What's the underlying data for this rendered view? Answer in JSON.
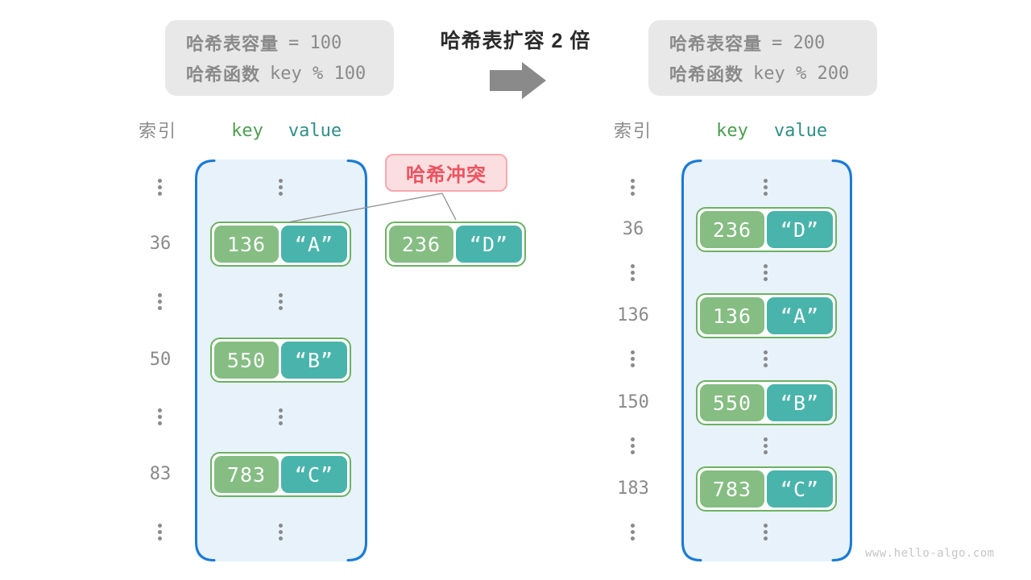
{
  "info_left": {
    "line1_label": "哈希表容量",
    "line1_code": "=  100",
    "line2_label": "哈希函数",
    "line2_code": "key % 100"
  },
  "info_right": {
    "line1_label": "哈希表容量",
    "line1_code": "=  200",
    "line2_label": "哈希函数",
    "line2_code": "key % 200"
  },
  "transform": {
    "title": "哈希表扩容 2 倍",
    "arrow_icon": "right-arrow"
  },
  "collision": {
    "label": "哈希冲突",
    "pair": {
      "key": "236",
      "value": "“D”"
    }
  },
  "tables": {
    "left": {
      "headers": {
        "index": "索引",
        "key": "key",
        "value": "value"
      },
      "rows": [
        {
          "type": "ellipsis"
        },
        {
          "type": "entry",
          "index": "36",
          "key": "136",
          "value": "“A”"
        },
        {
          "type": "ellipsis"
        },
        {
          "type": "entry",
          "index": "50",
          "key": "550",
          "value": "“B”"
        },
        {
          "type": "ellipsis"
        },
        {
          "type": "entry",
          "index": "83",
          "key": "783",
          "value": "“C”"
        },
        {
          "type": "ellipsis"
        }
      ]
    },
    "right": {
      "headers": {
        "index": "索引",
        "key": "key",
        "value": "value"
      },
      "rows": [
        {
          "type": "ellipsis"
        },
        {
          "type": "entry",
          "index": "36",
          "key": "236",
          "value": "“D”"
        },
        {
          "type": "ellipsis"
        },
        {
          "type": "entry",
          "index": "136",
          "key": "136",
          "value": "“A”"
        },
        {
          "type": "ellipsis"
        },
        {
          "type": "entry",
          "index": "150",
          "key": "550",
          "value": "“B”"
        },
        {
          "type": "ellipsis"
        },
        {
          "type": "entry",
          "index": "183",
          "key": "783",
          "value": "“C”"
        },
        {
          "type": "ellipsis"
        }
      ]
    }
  },
  "watermark": "www.hello-algo.com",
  "colors": {
    "graybg": "#e8e8e8",
    "gray": "#8a8a8a",
    "tablebg": "#e8f2fb",
    "tableborder": "#1a7ad4",
    "green": "#85bd82",
    "teal": "#49b4ab",
    "pairborder": "#6cb163",
    "keyhdr": "#4d9e50",
    "valhdr": "#2f8f87",
    "pinkbg": "#fbdee0",
    "pinkborder": "#f5a8ad",
    "red": "#ec5360",
    "watermark": "#c5c5c5"
  }
}
